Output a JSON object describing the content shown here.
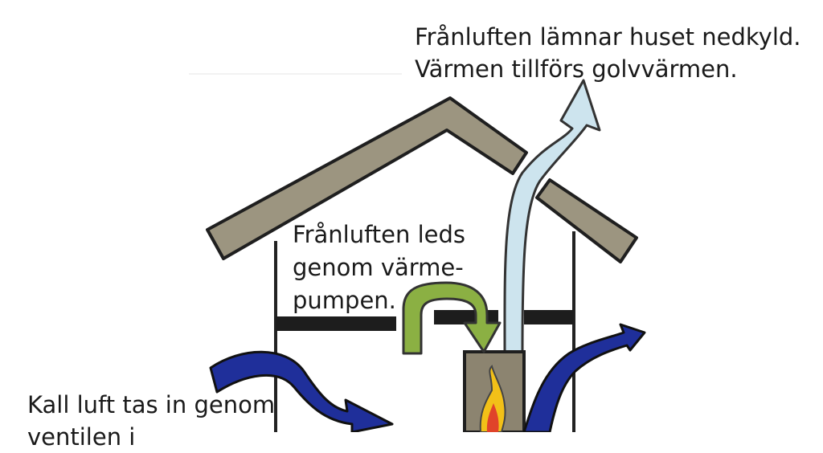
{
  "annotations": {
    "exhaust_leaves": [
      "Frånluften lämnar huset nedkyld.",
      "Värmen tillförs golvvärmen."
    ],
    "through_heat_pump": [
      "Frånluften leds",
      "genom värme-",
      "pumpen."
    ],
    "cold_air_intake": [
      "Kall luft tas in genom",
      "ventilen i"
    ]
  },
  "colors": {
    "roof": "#9c9580",
    "outline": "#1f1f1f",
    "cold_air_arrow": "#1f2f9a",
    "exhaust_arrow": "#cde4ee",
    "heat_pump_arrow": "#8bb043",
    "chimney": "#8c8470",
    "flame": "#f2c018"
  },
  "icons": [
    "house-icon",
    "roof-icon",
    "chimney-icon",
    "flame-icon"
  ]
}
